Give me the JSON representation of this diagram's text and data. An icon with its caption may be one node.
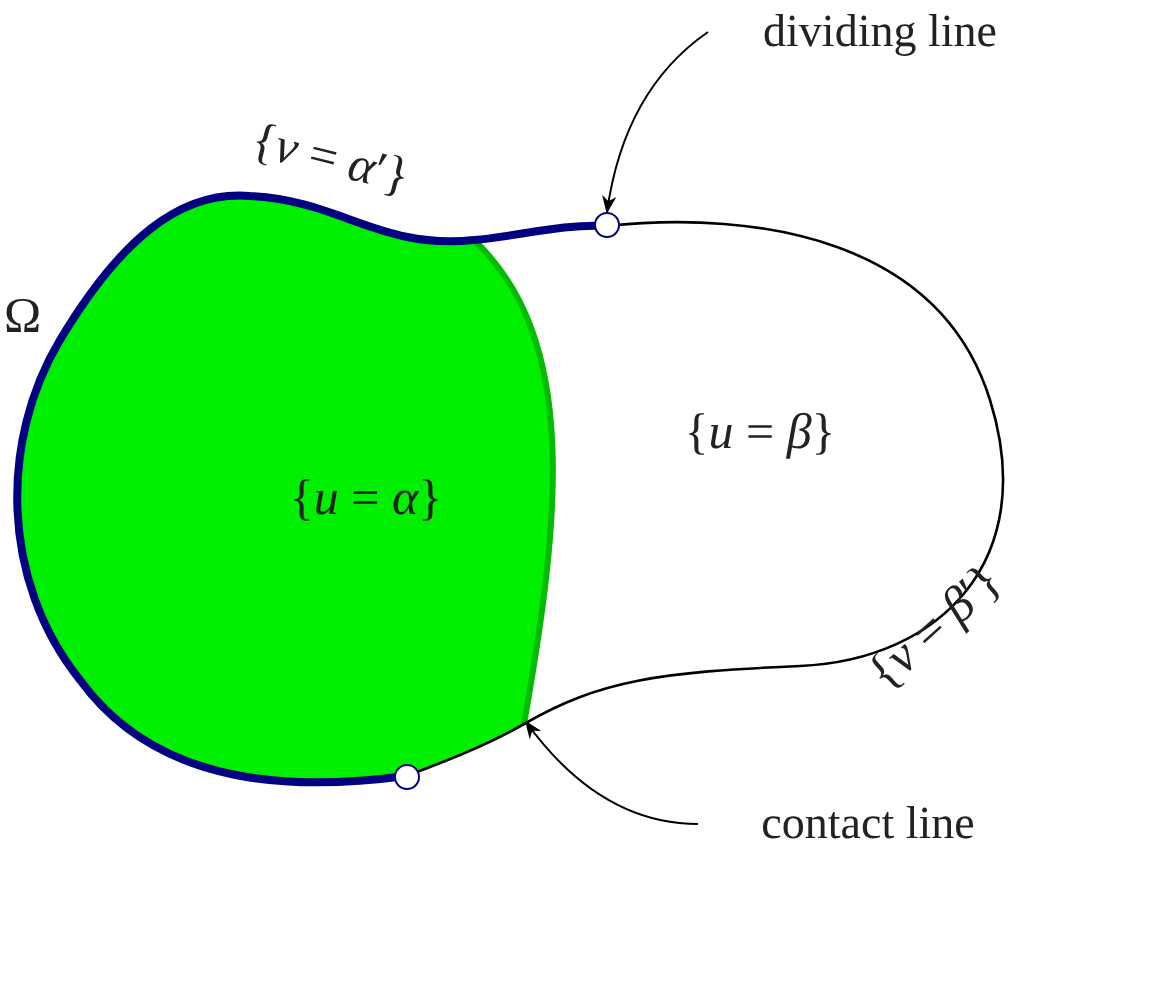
{
  "diagram": {
    "nodes": [
      {
        "text": [
          "{*u* = *α*}"
        ]
      },
      {
        "text": [
          "{*u* = *β*}"
        ]
      },
      {
        "text": [
          "dividing line"
        ]
      },
      {
        "text": [],
        "shape": "circle"
      },
      {
        "text": [
          "contact line"
        ]
      },
      {
        "text": [],
        "shape": "curve"
      }
    ],
    "edges": [
      {
        "from": 2,
        "to": 3,
        "arrow": "to"
      },
      {
        "from": 4,
        "to": 5,
        "arrow": "to"
      }
    ],
    "labels": [
      "Ω",
      "{*v* = *α*′}",
      "{*v* = *β*′}"
    ]
  }
}
